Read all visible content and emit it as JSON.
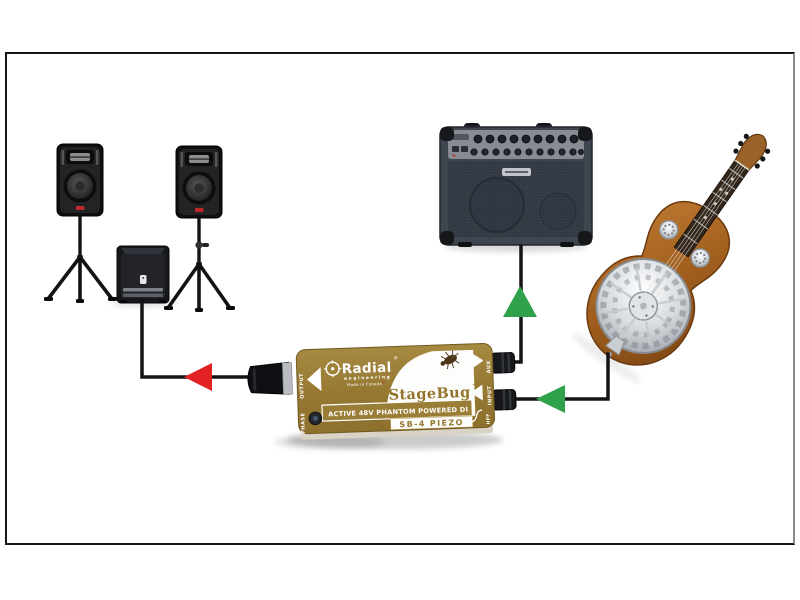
{
  "colors": {
    "frame_border": "#161616",
    "cable": "#141414",
    "arrow_red": "#e32226",
    "arrow_green": "#2fa14b",
    "di_gold": "#9a7e36",
    "di_white": "#fdfdfb"
  },
  "di_box": {
    "brand": "Radial",
    "brand_registered": "®",
    "brand_sub": "engineering",
    "origin": "Made in Canada",
    "product_name": "StageBug",
    "product_tm": "™",
    "description": "ACTIVE 48V PHANTOM POWERED DI",
    "model": "SB-4 PIEZO",
    "labels": {
      "output": "OUTPUT",
      "phase": "PHASE",
      "aux": "AUX",
      "input": "INPUT",
      "hpf": "HPF"
    }
  },
  "connections": [
    {
      "from": "di-output-xlr",
      "to": "pa-speaker-system",
      "arrow_color": "#e32226",
      "arrow_direction": "left"
    },
    {
      "from": "di-aux-jack",
      "to": "amplifier",
      "arrow_color": "#2fa14b",
      "arrow_direction": "up"
    },
    {
      "from": "guitar",
      "to": "di-input-jack",
      "arrow_color": "#2fa14b",
      "arrow_direction": "left"
    }
  ]
}
